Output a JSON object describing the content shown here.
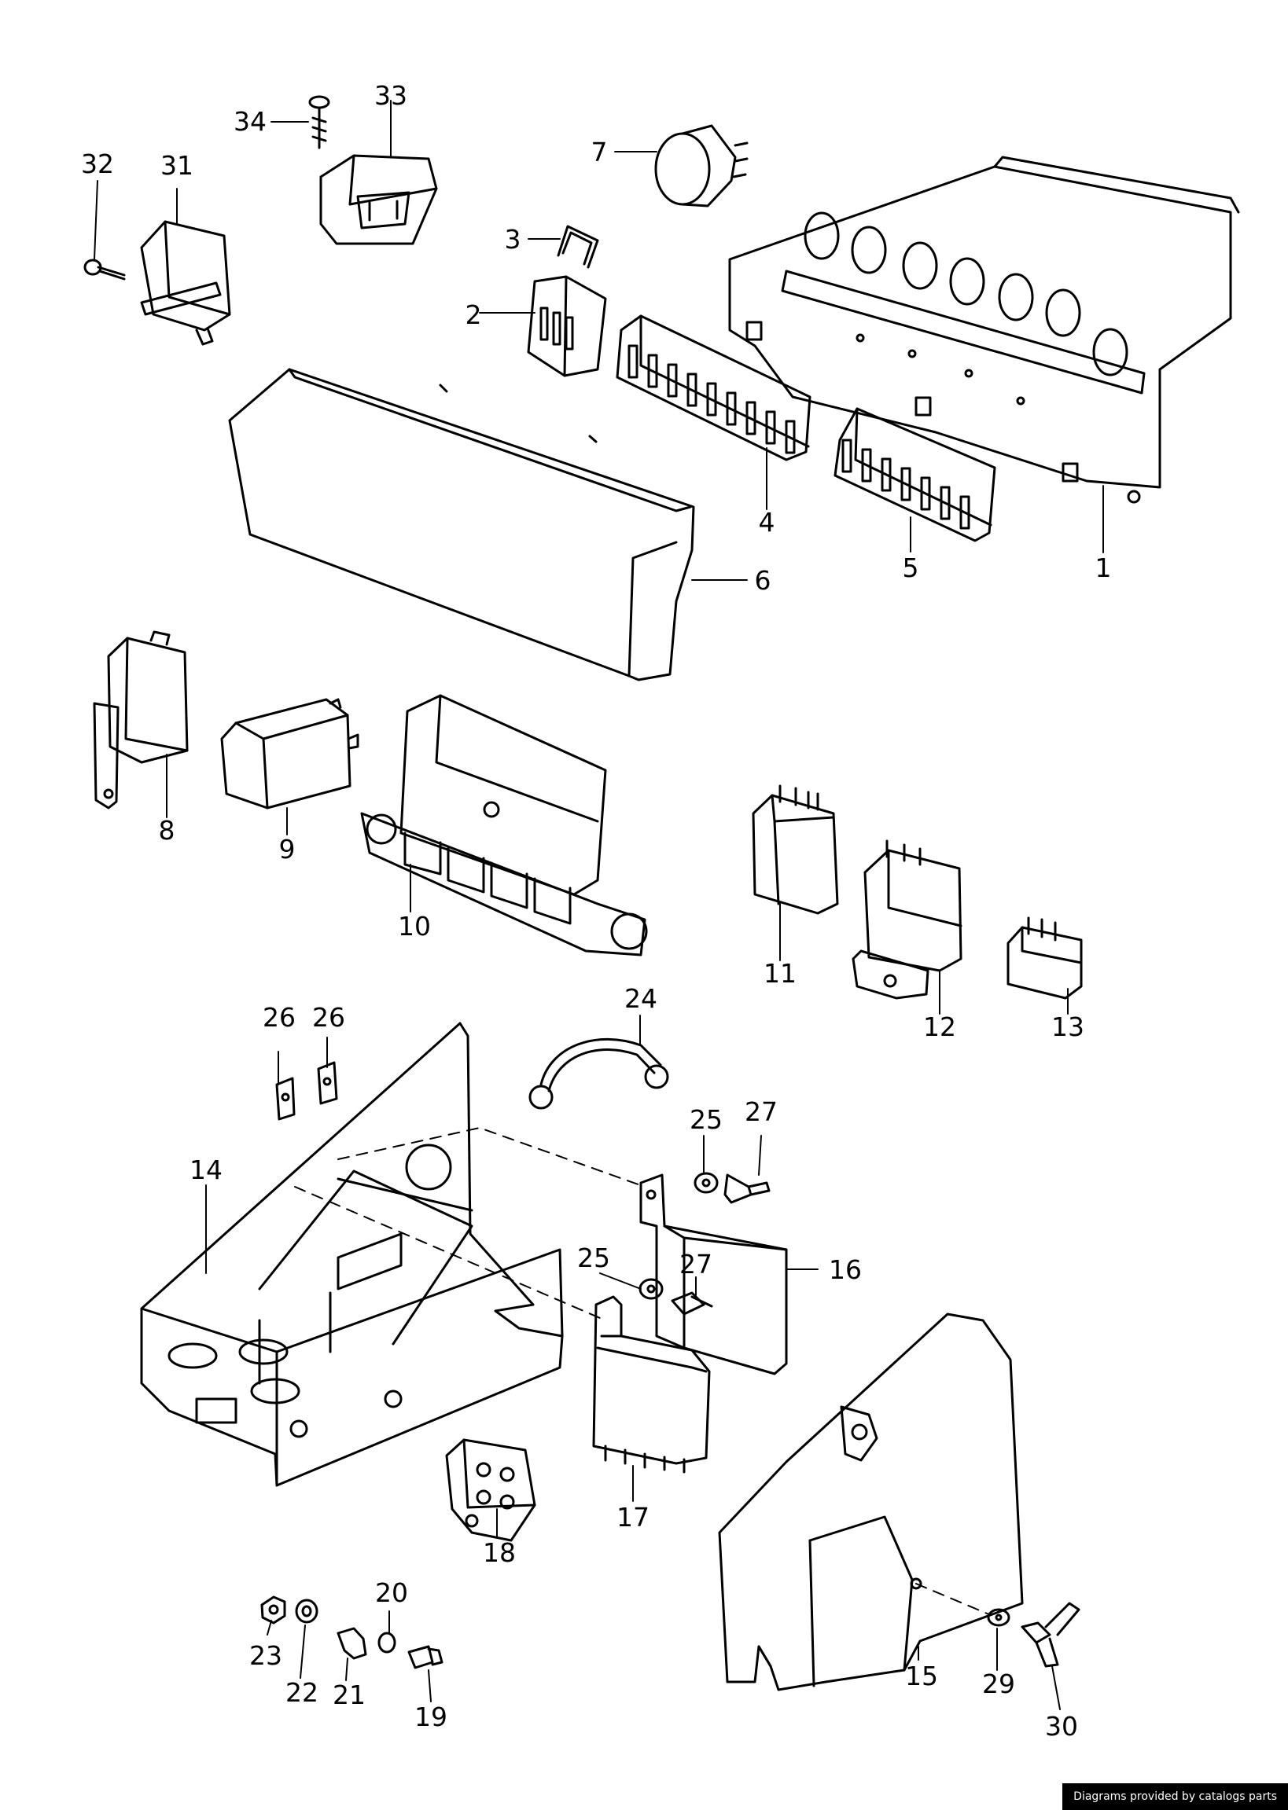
{
  "labels": {
    "p1": "1",
    "p2": "2",
    "p3": "3",
    "p4": "4",
    "p5": "5",
    "p6": "6",
    "p7": "7",
    "p8": "8",
    "p9": "9",
    "p10": "10",
    "p11": "11",
    "p12": "12",
    "p13": "13",
    "p14": "14",
    "p15": "15",
    "p16": "16",
    "p17": "17",
    "p18": "18",
    "p19": "19",
    "p20": "20",
    "p21": "21",
    "p22": "22",
    "p23": "23",
    "p24": "24",
    "p25a": "25",
    "p25b": "25",
    "p26a": "26",
    "p26b": "26",
    "p27a": "27",
    "p27b": "27",
    "p29": "29",
    "p30": "30",
    "p31": "31",
    "p32": "32",
    "p33": "33",
    "p34": "34"
  },
  "footer": {
    "credit": "Diagrams provided by catalogs parts"
  }
}
